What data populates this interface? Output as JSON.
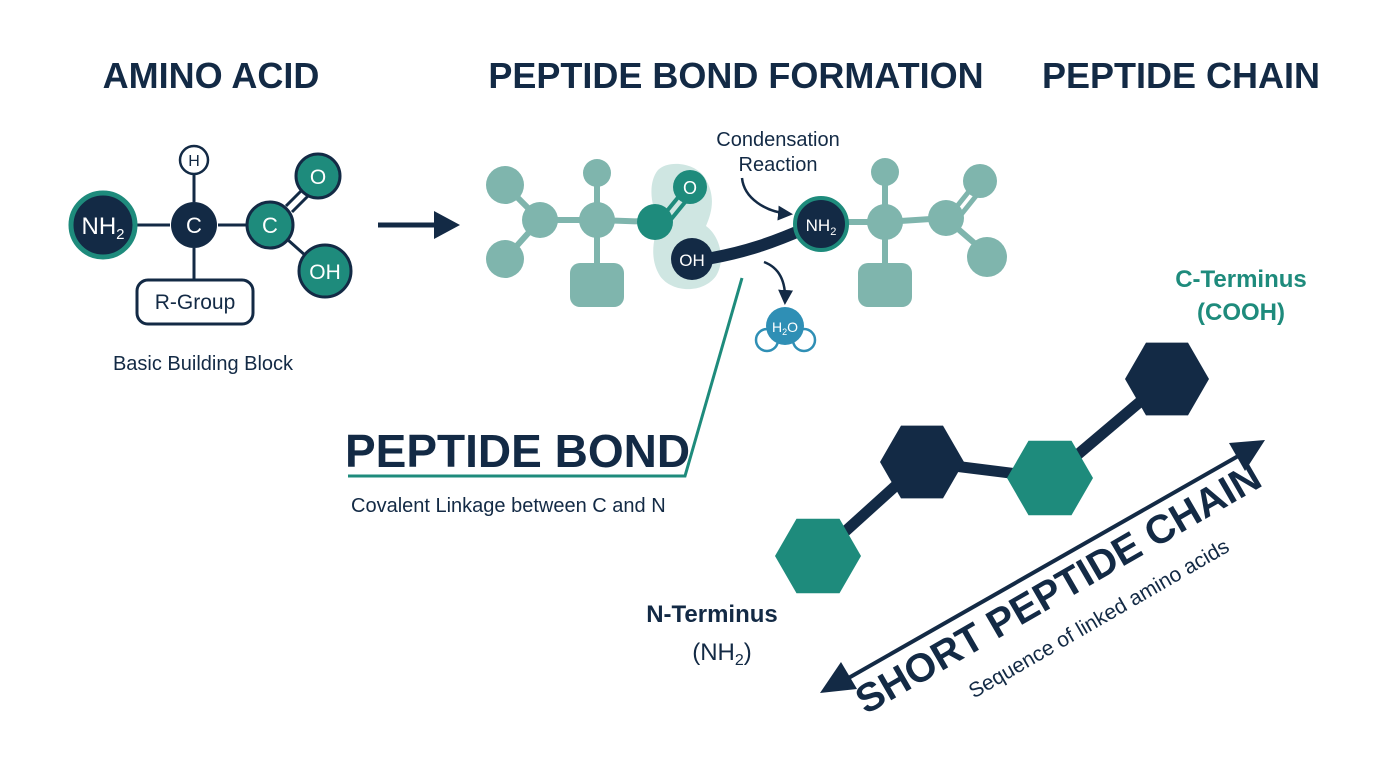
{
  "titles": {
    "amino_acid": "AMINO ACID",
    "bond_formation": "PEPTIDE BOND FORMATION",
    "chain": "PEPTIDE CHAIN"
  },
  "amino_acid": {
    "amine": "NH",
    "amine_sub": "2",
    "alpha_carbon": "C",
    "hydrogen": "H",
    "carboxyl_carbon": "C",
    "oxygen": "O",
    "hydroxyl": "OH",
    "r_group": "R-Group",
    "caption": "Basic Building Block"
  },
  "formation": {
    "reaction_line1": "Condensation",
    "reaction_line2": "Reaction",
    "oxygen": "O",
    "hydroxyl": "OH",
    "amine": "NH",
    "amine_sub": "2",
    "water": "H",
    "water_sub": "2",
    "water_o": "O"
  },
  "peptide_bond": {
    "title": "PEPTIDE BOND",
    "caption": "Covalent Linkage between C and N"
  },
  "chain": {
    "c_terminus_line1": "C-Terminus",
    "c_terminus_line2": "(COOH)",
    "n_terminus_line1": "N-Terminus",
    "n_terminus_line2_prefix": "(NH",
    "n_terminus_line2_sub": "2",
    "n_terminus_line2_suffix": ")",
    "arrow_title": "SHORT PEPTIDE CHAIN",
    "arrow_caption": "Sequence of linked amino acids"
  },
  "colors": {
    "navy": "#132a45",
    "teal": "#1e8b7c",
    "light_teal": "#7fb5ad",
    "pale_teal": "#cfe6e2",
    "water_blue": "#2f8fb5"
  }
}
